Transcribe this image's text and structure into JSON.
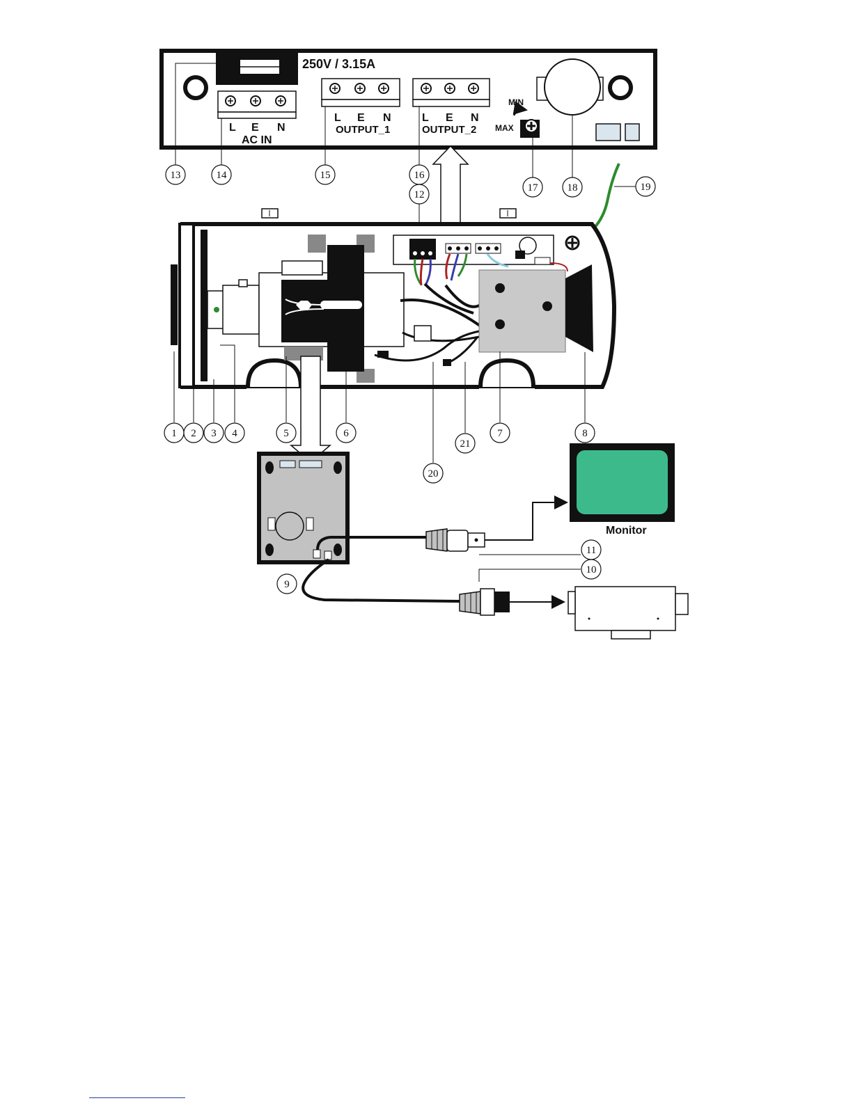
{
  "board": {
    "fuse_rating": "250V / 3.15A",
    "terminal_letters": [
      "L",
      "E",
      "N"
    ],
    "ac_in_label": "AC IN",
    "output1_label": "OUTPUT_1",
    "output2_label": "OUTPUT_2",
    "trim_min_label": "MIN",
    "trim_max_label": "MAX"
  },
  "monitor": {
    "label": "Monitor",
    "screen_color": "#3dba8c"
  },
  "cable_colors": {
    "ground_wire": "#2e8b2e",
    "live_wire": "#b02020",
    "neutral_wire": "#3a3ab0"
  },
  "callouts": [
    "1",
    "2",
    "3",
    "4",
    "5",
    "6",
    "7",
    "8",
    "9",
    "10",
    "11",
    "12",
    "13",
    "14",
    "15",
    "16",
    "17",
    "18",
    "19",
    "20",
    "21"
  ]
}
